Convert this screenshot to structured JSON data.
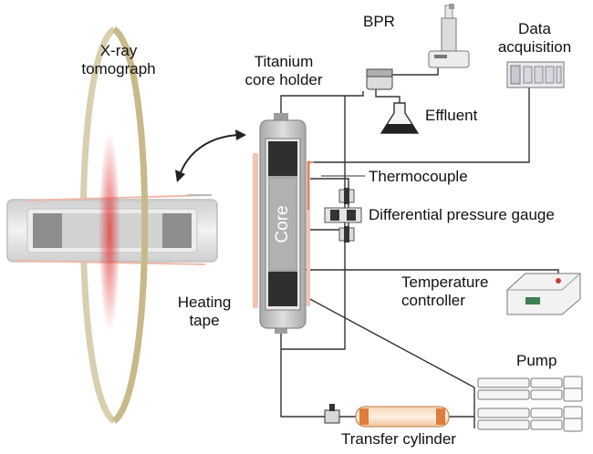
{
  "labels": {
    "xray_tomograph": [
      "X-ray",
      "tomograph"
    ],
    "titanium_core_holder": [
      "Titanium",
      "core holder"
    ],
    "bpr": "BPR",
    "data_acquisition": [
      "Data",
      "acquisition"
    ],
    "effluent": "Effluent",
    "thermocouple": "Thermocouple",
    "differential_pressure_gauge": "Differential pressure gauge",
    "core": "Core",
    "temperature_controller": [
      "Temperature",
      "controller"
    ],
    "heating_tape": [
      "Heating",
      "tape"
    ],
    "pump": "Pump",
    "transfer_cylinder": "Transfer cylinder"
  },
  "colors": {
    "line": "#333333",
    "holder_gray": "#b9b9b9",
    "core_dark": "#2b2b2b",
    "core_fill": "#9a9a9a",
    "heating_tape": "#e9a38d",
    "tomograph_ring": "#c9b98a",
    "xray_beam": "#e24a4a",
    "cylinder_orange": "#e8a56a"
  }
}
